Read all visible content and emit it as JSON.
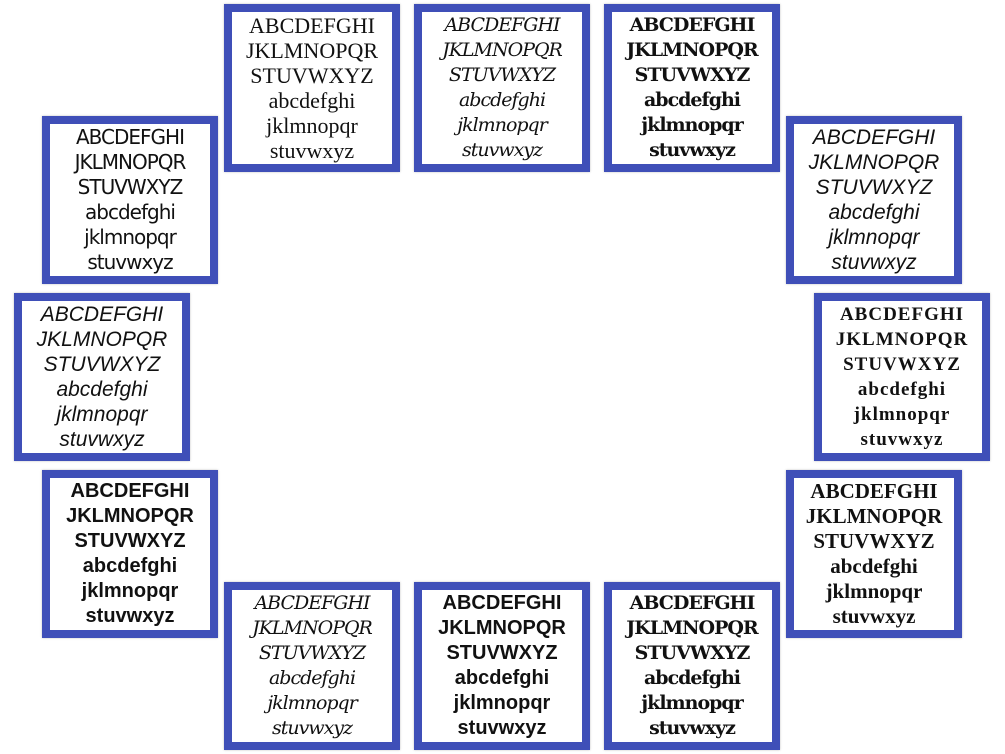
{
  "sample": {
    "lines": [
      "ABCDEFGHI",
      "JKLMNOPQR",
      "STUVWXYZ",
      "abcdefghi",
      "jklmnopqr",
      "stuvwxyz"
    ]
  },
  "cards": [
    {
      "name": "font-card-script-top"
    },
    {
      "name": "font-card-slab-bold"
    },
    {
      "name": "font-card-script-bold"
    },
    {
      "name": "font-card-stencil-serif"
    },
    {
      "name": "font-card-bold-serif"
    },
    {
      "name": "font-card-rounded-serif"
    },
    {
      "name": "font-card-stencil-sans"
    },
    {
      "name": "font-card-script-light"
    },
    {
      "name": "font-card-sans-bold"
    },
    {
      "name": "font-card-brush-script"
    },
    {
      "name": "font-card-sans-condensed"
    },
    {
      "name": "font-card-serif"
    }
  ],
  "colors": {
    "border": "#3f4fb8"
  }
}
